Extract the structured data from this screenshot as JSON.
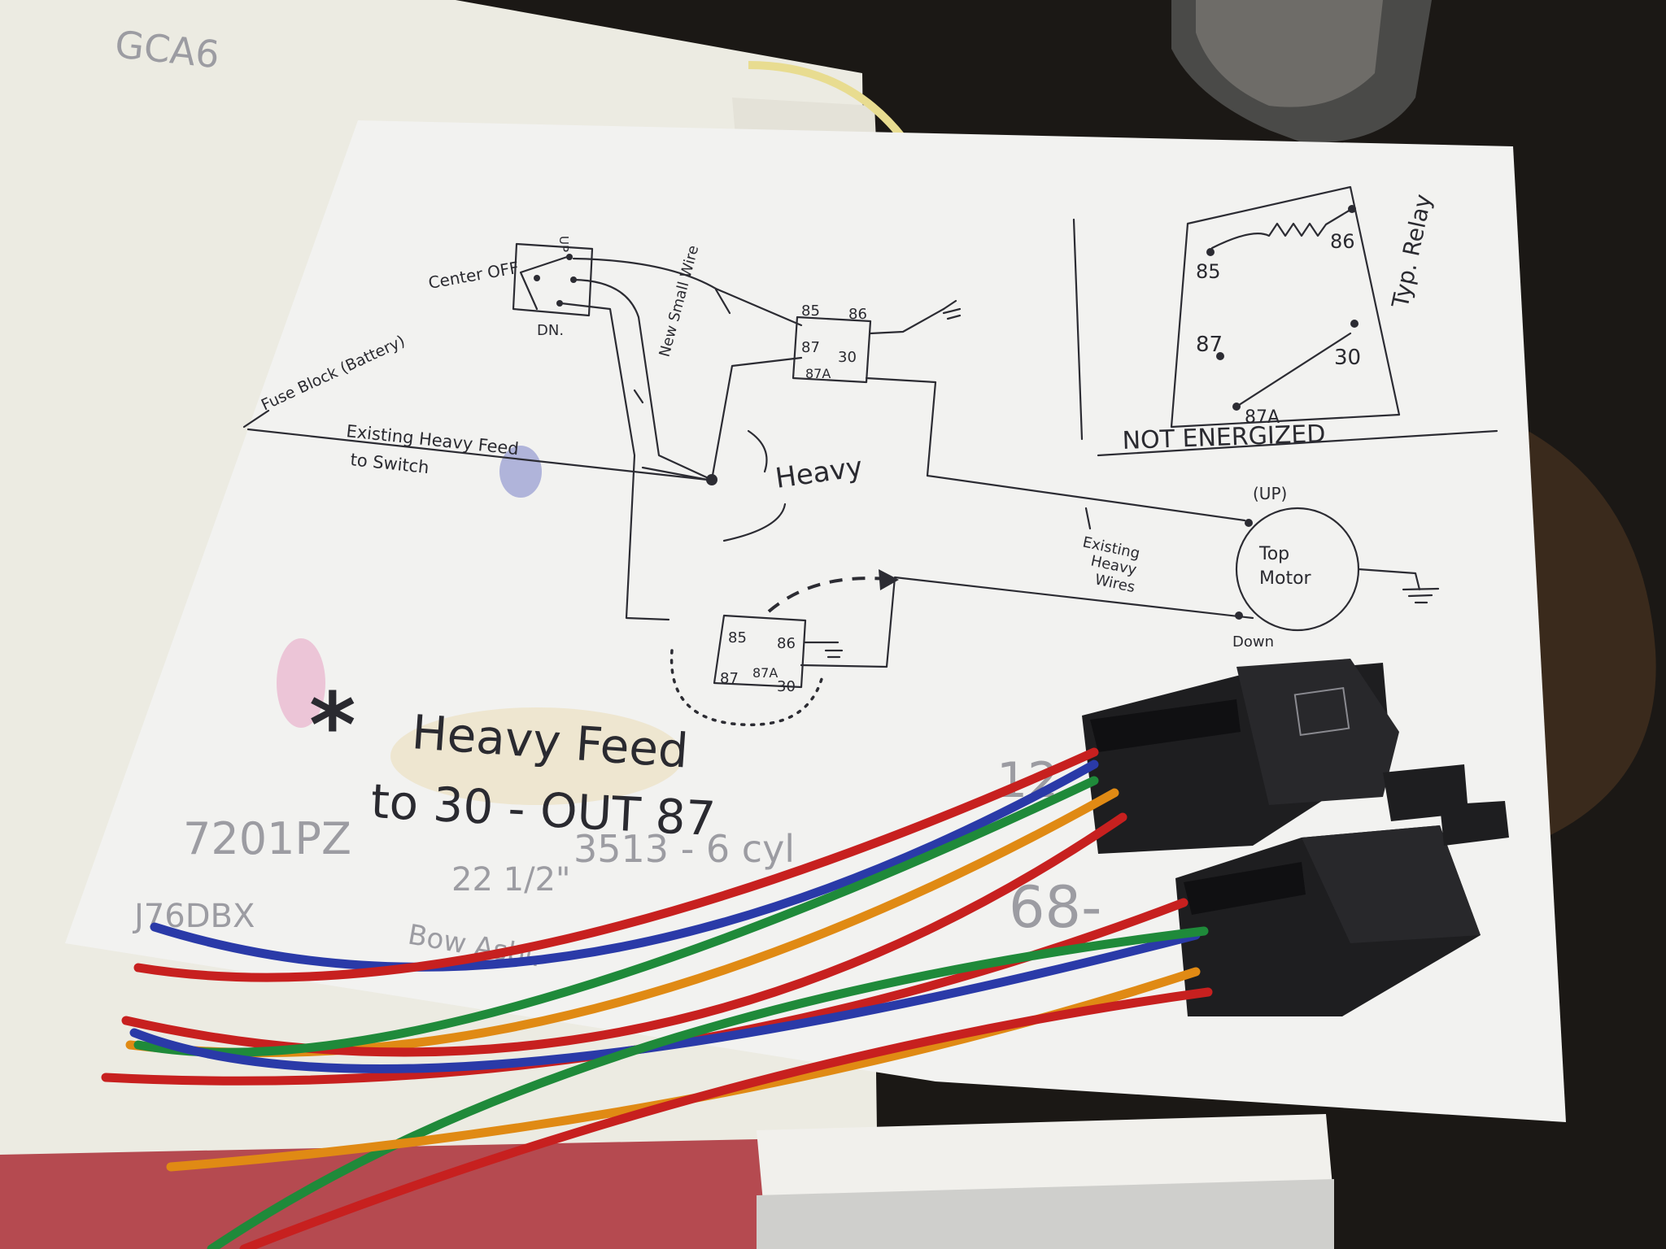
{
  "colors": {
    "background": "#1b1815",
    "paper": "#f2f2f0",
    "paper_back": "#ecebe2",
    "ink": "#2c2c33",
    "pencil": "#9c9ca2",
    "relay_body": "#1e1e20",
    "wire_red": "#c7201f",
    "wire_blue": "#2a3aa8",
    "wire_orange": "#e08a14",
    "wire_green": "#1f8a3a"
  },
  "background_sheet": {
    "pencil_note": "GCA6"
  },
  "switch": {
    "label_top": "UP",
    "label_center": "Center OFF",
    "label_bottom": "DN."
  },
  "fuse_block": {
    "label": "Fuse Block (Battery)"
  },
  "feed_line": {
    "label_line1": "Existing Heavy Feed",
    "label_line2": "to Switch"
  },
  "new_wire": {
    "label": "New Small Wire"
  },
  "heavy_label": "Heavy",
  "relay_top": {
    "pins": [
      "85",
      "86",
      "87",
      "30",
      "87A"
    ]
  },
  "relay_bottom": {
    "pins": [
      "85",
      "86",
      "87",
      "87A",
      "30"
    ]
  },
  "typical_relay": {
    "pins": [
      "85",
      "86",
      "87",
      "30",
      "87A"
    ],
    "side_label": "Typ. Relay",
    "caption": "NOT ENERGIZED"
  },
  "motor": {
    "label_line1": "Top",
    "label_line2": "Motor",
    "up_label": "(UP)",
    "down_label": "Down"
  },
  "existing_wires": {
    "label_line1": "Existing",
    "label_line2": "Heavy",
    "label_line3": "Wires"
  },
  "note": {
    "asterisk": "*",
    "line1": "Heavy Feed",
    "line2": "to 30 - OUT 87"
  },
  "pencil_notes": {
    "part1": "7201PZ",
    "part2": "J76DBX",
    "size": "22 1/2\"",
    "bow": "Bow Asbl.",
    "model": "3513 - 6 cyl",
    "year": "68-",
    "num": "12"
  }
}
